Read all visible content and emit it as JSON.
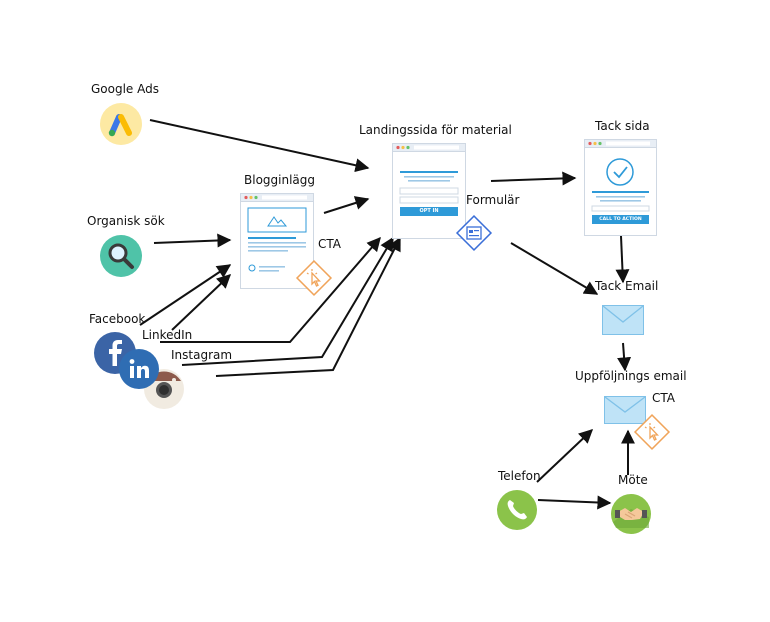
{
  "labels": {
    "google_ads": "Google Ads",
    "organic": "Organisk sök",
    "facebook": "Facebook",
    "linkedin": "LinkedIn",
    "instagram": "Instagram",
    "blog": "Blogginlägg",
    "cta_blog": "CTA",
    "landing": "Landingssida för material",
    "form": "Formulär",
    "thanks_page": "Tack sida",
    "thanks_email": "Tack Email",
    "followup": "Uppföljnings email",
    "cta_email": "CTA",
    "phone": "Telefon",
    "meeting": "Möte"
  },
  "buttons": {
    "opt_in": "OPT IN",
    "call_to_action": "CALL TO ACTION"
  },
  "icons": {
    "google_ads": "google-ads-icon",
    "organic": "magnifier-icon",
    "facebook": "facebook-icon",
    "linkedin": "linkedin-icon",
    "instagram": "instagram-icon",
    "cta": "pointer-click-icon",
    "form": "form-icon",
    "email": "envelope-icon",
    "phone": "phone-icon",
    "meeting": "handshake-icon"
  },
  "colors": {
    "accent": "#2e9ad8",
    "cta_orange": "#f0a45a",
    "facebook": "#3b64a6",
    "linkedin": "#2f6db3",
    "organic": "#4fc3a8",
    "phone": "#8bc34a",
    "google_yellow": "#fde9a3"
  }
}
